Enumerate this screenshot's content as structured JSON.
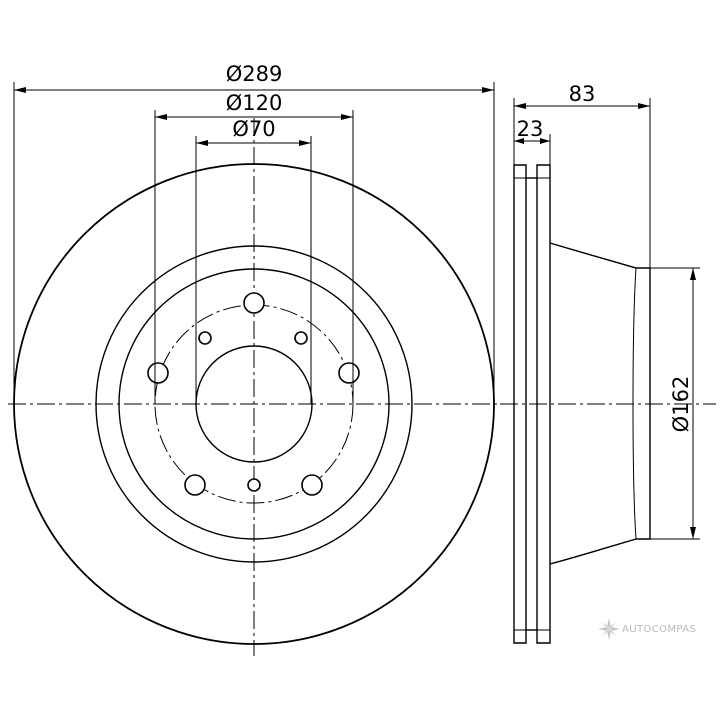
{
  "dimensions": {
    "outer_diameter": "Ø289",
    "bolt_circle": "Ø120",
    "center_bore": "Ø70",
    "total_height": "83",
    "disc_thickness": "23",
    "hat_diameter": "Ø162"
  },
  "watermark": {
    "text": "AUTOCOMPAS",
    "icon": "compass-star-icon",
    "color": "#b9b9b9"
  }
}
